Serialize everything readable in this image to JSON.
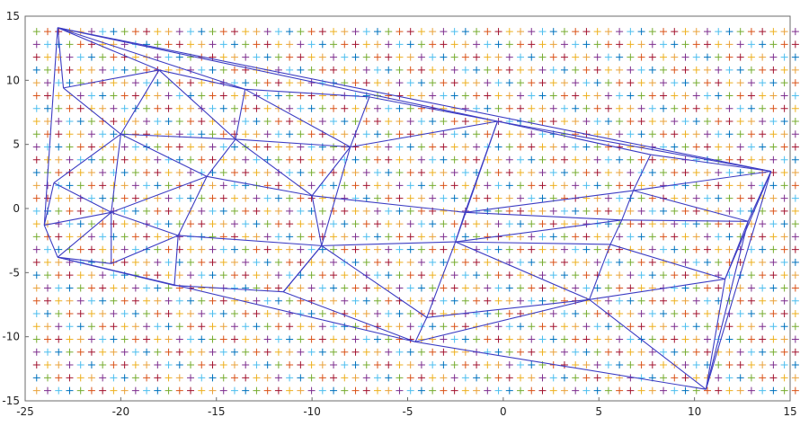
{
  "chart_data": {
    "type": "scatter",
    "title": "",
    "xlabel": "",
    "ylabel": "",
    "xlim": [
      -25,
      15
    ],
    "ylim": [
      -15,
      15
    ],
    "grid": false,
    "xticks": [
      -25,
      -20,
      -15,
      -10,
      -5,
      0,
      5,
      10,
      15
    ],
    "yticks": [
      15,
      10,
      5,
      0,
      -5,
      -10,
      -15
    ],
    "xtick_labels": [
      "-25",
      "-20",
      "-15",
      "-10",
      "-5",
      "0",
      "5",
      "10",
      "15"
    ],
    "ytick_labels": [
      "15",
      "10",
      "5",
      "0",
      "-5",
      "-10",
      "-15"
    ],
    "background_markers": {
      "marker": "+",
      "x_start": -24.4,
      "x_step": 0.575,
      "y_start": -14.2,
      "y_step": 1,
      "count_x": 70,
      "count_y": 29,
      "colors": [
        "#e9a23b",
        "#7e2f8e",
        "#4dbeee",
        "#0072bd",
        "#77ac30",
        "#d95319",
        "#a2142f",
        "#edb120"
      ]
    },
    "mesh": {
      "color": "#3d3dc4",
      "nodes": [
        [
          -23.3,
          14.1
        ],
        [
          -23.0,
          9.4
        ],
        [
          -18.0,
          10.8
        ],
        [
          -13.5,
          9.3
        ],
        [
          -7.0,
          8.7
        ],
        [
          -0.3,
          6.8
        ],
        [
          7.7,
          4.2
        ],
        [
          14.0,
          2.9
        ],
        [
          -20.0,
          5.8
        ],
        [
          -14.0,
          5.4
        ],
        [
          -8.0,
          4.8
        ],
        [
          6.8,
          1.4
        ],
        [
          -23.5,
          2.0
        ],
        [
          -20.5,
          -0.3
        ],
        [
          -15.5,
          2.5
        ],
        [
          -2.0,
          -0.3
        ],
        [
          -24.0,
          -1.3
        ],
        [
          -17.0,
          -2.1
        ],
        [
          -9.5,
          -2.9
        ],
        [
          -2.5,
          -2.6
        ],
        [
          6.2,
          -0.9
        ],
        [
          12.8,
          -1.0
        ],
        [
          -23.3,
          -3.8
        ],
        [
          -20.5,
          -4.3
        ],
        [
          -17.2,
          -6.0
        ],
        [
          5.6,
          -2.8
        ],
        [
          11.6,
          -5.5
        ],
        [
          -4.0,
          -8.5
        ],
        [
          4.5,
          -7.1
        ],
        [
          -4.6,
          -10.4
        ],
        [
          10.6,
          -14.1
        ],
        [
          -10.0,
          1.0
        ],
        [
          -11.5,
          -6.5
        ]
      ],
      "edges": [
        [
          0,
          1
        ],
        [
          0,
          2
        ],
        [
          0,
          3
        ],
        [
          0,
          7
        ],
        [
          0,
          5
        ],
        [
          0,
          16
        ],
        [
          1,
          2
        ],
        [
          1,
          8
        ],
        [
          2,
          3
        ],
        [
          2,
          8
        ],
        [
          2,
          9
        ],
        [
          3,
          4
        ],
        [
          3,
          9
        ],
        [
          3,
          10
        ],
        [
          4,
          5
        ],
        [
          4,
          10
        ],
        [
          5,
          6
        ],
        [
          5,
          7
        ],
        [
          5,
          19
        ],
        [
          5,
          15
        ],
        [
          6,
          7
        ],
        [
          6,
          11
        ],
        [
          7,
          11
        ],
        [
          7,
          21
        ],
        [
          7,
          26
        ],
        [
          7,
          30
        ],
        [
          8,
          9
        ],
        [
          8,
          12
        ],
        [
          8,
          13
        ],
        [
          8,
          14
        ],
        [
          9,
          10
        ],
        [
          9,
          14
        ],
        [
          9,
          31
        ],
        [
          10,
          5
        ],
        [
          10,
          31
        ],
        [
          10,
          18
        ],
        [
          11,
          15
        ],
        [
          11,
          20
        ],
        [
          11,
          21
        ],
        [
          12,
          13
        ],
        [
          12,
          16
        ],
        [
          13,
          14
        ],
        [
          13,
          16
        ],
        [
          13,
          22
        ],
        [
          13,
          23
        ],
        [
          13,
          17
        ],
        [
          14,
          31
        ],
        [
          14,
          17
        ],
        [
          15,
          31
        ],
        [
          15,
          19
        ],
        [
          15,
          20
        ],
        [
          16,
          22
        ],
        [
          17,
          18
        ],
        [
          17,
          23
        ],
        [
          17,
          24
        ],
        [
          18,
          31
        ],
        [
          18,
          19
        ],
        [
          18,
          32
        ],
        [
          18,
          27
        ],
        [
          19,
          20
        ],
        [
          19,
          25
        ],
        [
          19,
          27
        ],
        [
          19,
          28
        ],
        [
          20,
          21
        ],
        [
          20,
          25
        ],
        [
          21,
          26
        ],
        [
          21,
          30
        ],
        [
          22,
          23
        ],
        [
          22,
          24
        ],
        [
          22,
          29
        ],
        [
          24,
          32
        ],
        [
          25,
          26
        ],
        [
          25,
          28
        ],
        [
          26,
          28
        ],
        [
          26,
          30
        ],
        [
          27,
          28
        ],
        [
          27,
          29
        ],
        [
          28,
          29
        ],
        [
          28,
          30
        ],
        [
          29,
          30
        ],
        [
          32,
          29
        ],
        [
          32,
          18
        ]
      ]
    }
  }
}
